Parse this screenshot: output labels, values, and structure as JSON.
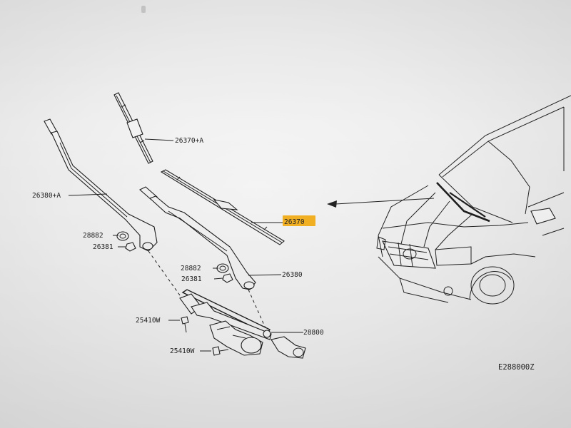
{
  "labels": {
    "blade_assist": "26370+A",
    "arm_assist": "26380+A",
    "cap_left": "28882",
    "nut_left": "26381",
    "blade_driver": "26370",
    "cap_right": "28882",
    "nut_right": "26381",
    "arm_driver": "26380",
    "bolt_upper": "25410W",
    "motor_linkage": "28800",
    "bolt_lower": "25410W",
    "figure_code": "E288000Z"
  },
  "colors": {
    "highlight": "#f5b324",
    "line": "#222222",
    "paper": "#efefef"
  }
}
